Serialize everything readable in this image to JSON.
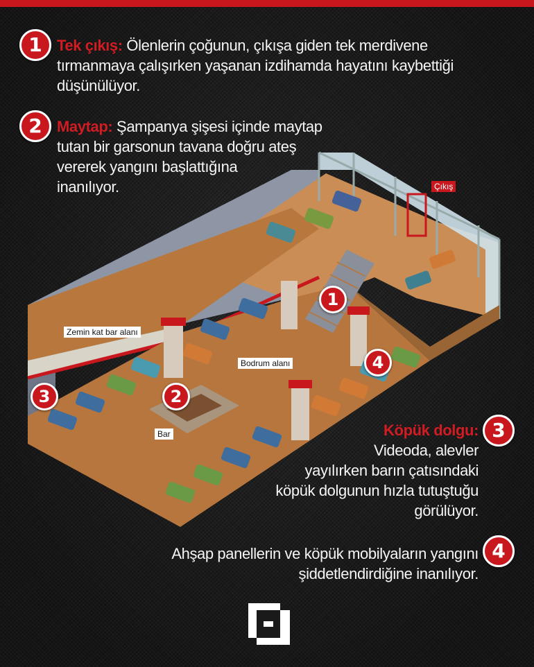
{
  "colors": {
    "accent_red": "#c8181e",
    "background": "#1a1a1a",
    "text": "#f5f5f5"
  },
  "notes": [
    {
      "number": "1",
      "keyword": "Tek çıkış:",
      "lines": [
        "Ölenlerin çoğunun, çıkışa giden tek merdivene",
        "tırmanmaya çalışırken yaşanan izdihamda hayatını kaybettiği",
        "düşünülüyor."
      ]
    },
    {
      "number": "2",
      "keyword": "Maytap:",
      "lines": [
        "Şampanya şişesi içinde maytap",
        "tutan bir garsonun tavana doğru ateş",
        "vererek yangını başlattığına",
        "inanılıyor."
      ]
    },
    {
      "number": "3",
      "keyword": "Köpük dolgu:",
      "lines": [
        "Videoda, alevler",
        "yayılırken barın çatısındaki",
        "köpük dolgunun hızla tutuştuğu",
        "görülüyor."
      ]
    },
    {
      "number": "4",
      "keyword": "",
      "lines": [
        "Ahşap panellerin ve köpük mobilyaların yangını",
        "şiddetlendirdiğine inanılıyor."
      ]
    }
  ],
  "map_labels": {
    "exit": "Çıkış",
    "ground_floor_bar": "Zemin kat bar alanı",
    "basement": "Bodrum alanı",
    "bar": "Bar"
  },
  "map_markers": [
    "1",
    "2",
    "3",
    "4"
  ],
  "logo": {
    "letter": "H",
    "icon": "h-logo-icon"
  }
}
